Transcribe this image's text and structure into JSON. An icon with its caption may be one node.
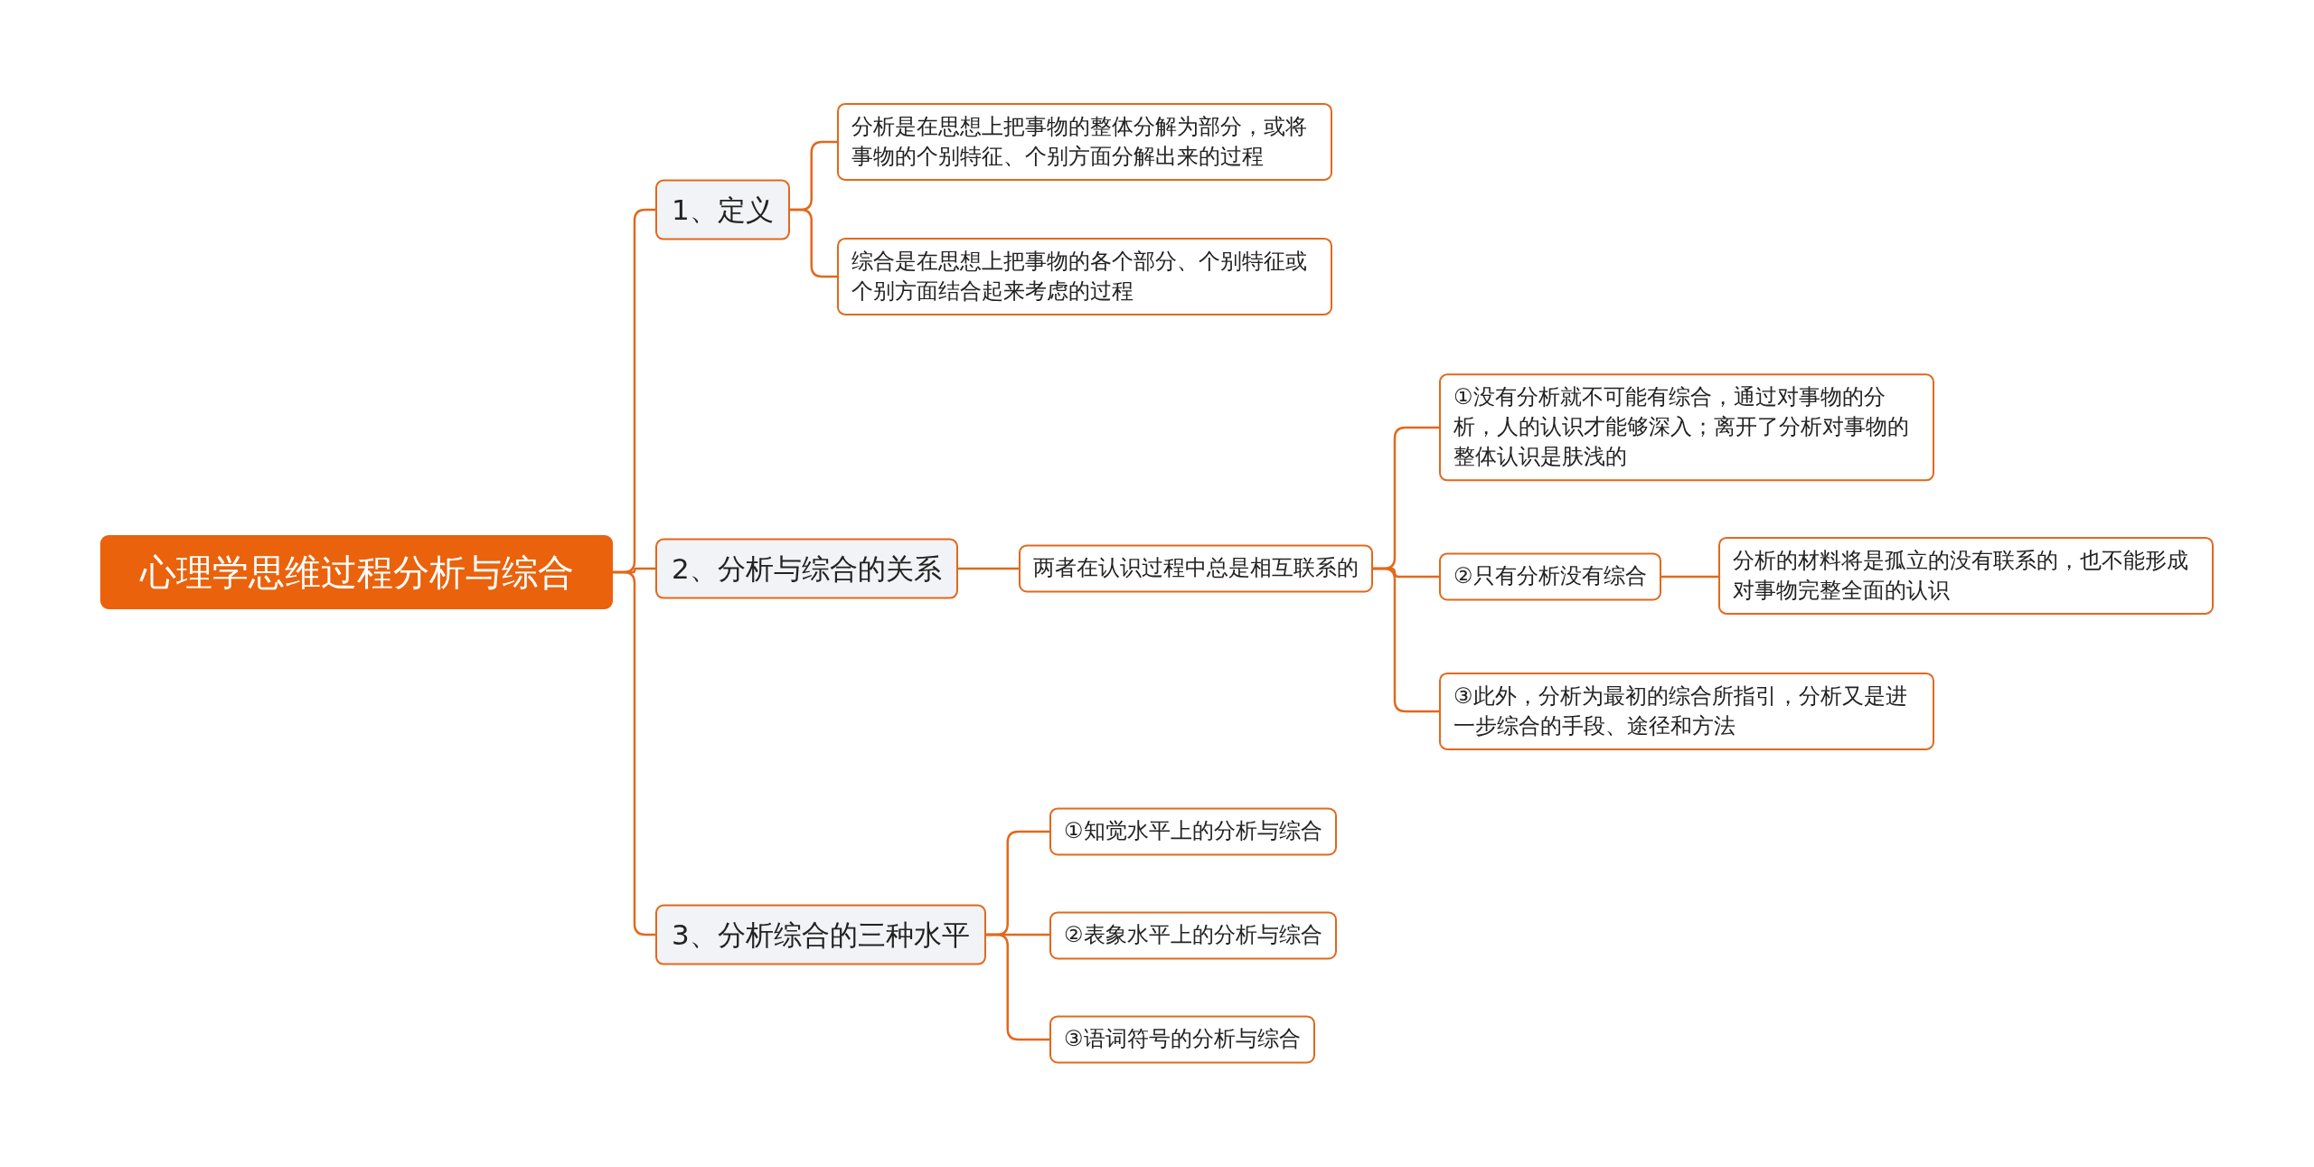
{
  "diagram": {
    "nodes": [
      {
        "text": [
          "心理学思维过程分析与综合"
        ]
      },
      {
        "text": [
          "1、定义"
        ]
      },
      {
        "text": [
          "分析是在思想上把事物的整体分解为部分，或将事物的个别特征、个别方面分解出来的过程"
        ]
      },
      {
        "text": [
          "综合是在思想上把事物的各个部分、个别特征或个别方面结合起来考虑的过程"
        ]
      },
      {
        "text": [
          "2、分析与综合的关系"
        ]
      },
      {
        "text": [
          "两者在认识过程中总是相互联系的"
        ]
      },
      {
        "text": [
          "①没有分析就不可能有综合，通过对事物的分析，人的认识才能够深入；离开了分析对事物的整体认识是肤浅的"
        ]
      },
      {
        "text": [
          "②只有分析没有综合"
        ]
      },
      {
        "text": [
          "分析的材料将是孤立的没有联系的，也不能形成对事物完整全面的认识"
        ]
      },
      {
        "text": [
          "③此外，分析为最初的综合所指引，分析又是进一步综合的手段、途径和方法"
        ]
      },
      {
        "text": [
          "3、分析综合的三种水平"
        ]
      },
      {
        "text": [
          "①知觉水平上的分析与综合"
        ]
      },
      {
        "text": [
          "②表象水平上的分析与综合"
        ]
      },
      {
        "text": [
          "③语词符号的分析与综合"
        ]
      }
    ],
    "edges": [
      {
        "from": 0,
        "to": 1,
        "arrow": "none"
      },
      {
        "from": 0,
        "to": 4,
        "arrow": "none"
      },
      {
        "from": 0,
        "to": 10,
        "arrow": "none"
      },
      {
        "from": 1,
        "to": 2,
        "arrow": "none"
      },
      {
        "from": 1,
        "to": 3,
        "arrow": "none"
      },
      {
        "from": 4,
        "to": 5,
        "arrow": "none"
      },
      {
        "from": 5,
        "to": 6,
        "arrow": "none"
      },
      {
        "from": 5,
        "to": 7,
        "arrow": "none"
      },
      {
        "from": 7,
        "to": 8,
        "arrow": "none"
      },
      {
        "from": 5,
        "to": 9,
        "arrow": "none"
      },
      {
        "from": 10,
        "to": 11,
        "arrow": "none"
      },
      {
        "from": 10,
        "to": 12,
        "arrow": "none"
      },
      {
        "from": 10,
        "to": 13,
        "arrow": "none"
      }
    ]
  }
}
